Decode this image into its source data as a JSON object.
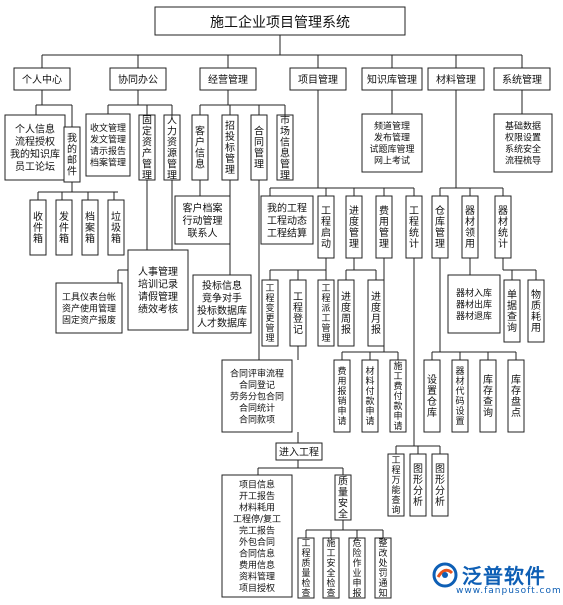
{
  "title": "施工企业项目管理系统",
  "modules": [
    "个人中心",
    "协同办公",
    "经营管理",
    "项目管理",
    "知识库管理",
    "材料管理",
    "系统管理"
  ],
  "personal_center": {
    "box_a": [
      "个人信息",
      "流程授权",
      "我的知识库",
      "员工论坛"
    ],
    "box_b": "我的邮件",
    "mailboxes": [
      "收件箱",
      "发件箱",
      "档案箱",
      "垃圾箱"
    ]
  },
  "collab_office": {
    "box_a": [
      "收文管理",
      "发文管理",
      "请示报告",
      "档案管理"
    ],
    "fixed_assets": "固定资产管理",
    "hr": "人力资源管理",
    "assets_detail": [
      "工具仪表台帐",
      "资产使用管理",
      "固定资产报废"
    ],
    "hr_detail": [
      "人事管理",
      "培训记录",
      "请假管理",
      "绩效考核"
    ]
  },
  "business_mgmt": {
    "customer_info": "客户信息",
    "bid_mgmt": "招投标管理",
    "contract_mgmt": "合同管理",
    "market_info": "市场信息管理",
    "customer_detail": [
      "客户档案",
      "行动管理",
      "联系人"
    ],
    "bid_detail": [
      "投标信息",
      "竞争对手",
      "投标数据库",
      "人才数据库"
    ]
  },
  "project_mgmt": {
    "my_projects": [
      "我的工程",
      "工程动态",
      "工程结算"
    ],
    "project_start": "工程启动",
    "progress_mgmt": "进度管理",
    "cost_mgmt": "费用管理",
    "project_stats": "工程统计",
    "change_mgmt": "工程变更管理",
    "registration": "工程登记",
    "dispatch_mgmt": "工程派工管理",
    "weekly_report": "进度周报",
    "monthly_report": "进度月报",
    "contract_flow": [
      "合同评审流程",
      "合同登记",
      "劳务分包合同",
      "合同统计",
      "合同款项"
    ],
    "expense_claim": "费用报销申请",
    "material_payment": "材料付款申请",
    "construction_payment": "施工费付款申请",
    "project_universal_report": "工程万能查询",
    "chart_analysis_1": "图形分析",
    "chart_analysis_2": "图形分析",
    "enter_project": "进入工程",
    "project_info": [
      "项目信息",
      "开工报告",
      "材料耗用",
      "工程停/复工",
      "完工报告",
      "外包合同",
      "合同信息",
      "费用信息",
      "资料管理",
      "项目授权"
    ],
    "quality_safety": "质量安全",
    "quality_check": "工程质量检查",
    "safety_check": "施工安全检查",
    "hazard_request": "危险作业申报",
    "rectify_notice": "整改处罚通知"
  },
  "knowledge_mgmt": {
    "items": [
      "频道管理",
      "发布管理",
      "试题库管理",
      "网上考试"
    ]
  },
  "material_mgmt": {
    "warehouse_mgmt": "仓库管理",
    "equipment_use": "器材领用",
    "equipment_stats": "器材统计",
    "warehouse_setup": "设置仓库",
    "equipment_code": "器材代码设置",
    "stock_query": "库存查询",
    "stock_count": "库存盘点",
    "inout": [
      "器材入库",
      "器材出库",
      "器材退库"
    ],
    "record_query": "单据查询",
    "material_consumption": "物质耗用"
  },
  "system_mgmt": {
    "items": [
      "基础数据",
      "权限设置",
      "系统安全",
      "流程梳导"
    ]
  },
  "logo": {
    "name": "泛普软件",
    "url": "www.fanpusoft.com",
    "brand_color": "#0e5fb5"
  },
  "line_color": "#222222"
}
